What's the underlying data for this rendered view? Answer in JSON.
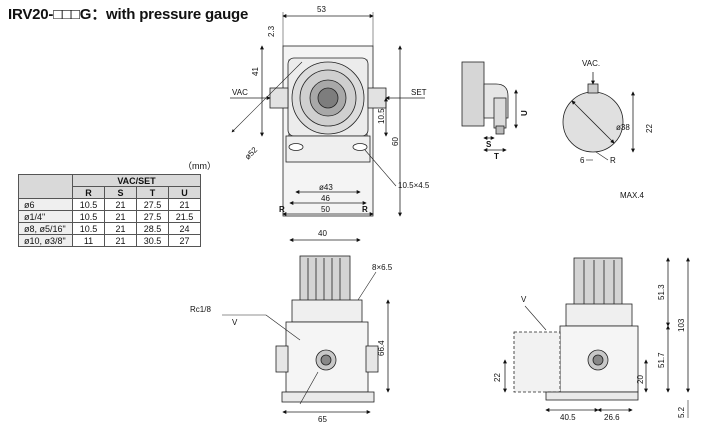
{
  "title": "IRV20-□□□G：with pressure gauge",
  "unit_label": "（mm）",
  "table": {
    "group_header": "VAC/SET",
    "columns": [
      "R",
      "S",
      "T",
      "U"
    ],
    "rows": [
      {
        "label": "ø6",
        "values": [
          "10.5",
          "21",
          "27.5",
          "21"
        ]
      },
      {
        "label": "ø1/4\"",
        "values": [
          "10.5",
          "21",
          "27.5",
          "21.5"
        ]
      },
      {
        "label": "ø8, ø5/16\"",
        "values": [
          "10.5",
          "21",
          "28.5",
          "24"
        ]
      },
      {
        "label": "ø10, ø3/8\"",
        "values": [
          "11",
          "21",
          "30.5",
          "27"
        ]
      }
    ]
  },
  "top_view": {
    "dim_53": "53",
    "dim_2_3": "2.3",
    "dim_41": "41",
    "port_vac": "VAC",
    "port_set": "SET",
    "dim_10_5": "10.5",
    "dim_60": "60",
    "dim_52": "ø52",
    "dim_43": "ø43",
    "dim_46": "46",
    "dim_50": "50",
    "r_left": "R",
    "r_right": "R",
    "slot": "10.5×4.5"
  },
  "fitting_view": {
    "s": "S",
    "t": "T",
    "u": "U"
  },
  "gauge_view": {
    "vac": "VAC.",
    "d38": "ø38",
    "d22": "22",
    "d6": "6",
    "r": "R",
    "max": "MAX.4"
  },
  "front_view": {
    "d40": "40",
    "holes": "8×6.5",
    "rc": "Rc1/8",
    "v": "V",
    "d66_4": "66.4",
    "d65": "65"
  },
  "side_view": {
    "v": "V",
    "d51_3": "51.3",
    "d103": "103",
    "d51_7": "51.7",
    "d20": "20",
    "d22": "22",
    "d40_5": "40.5",
    "d26_6": "26.6",
    "d5_2": "5.2"
  }
}
